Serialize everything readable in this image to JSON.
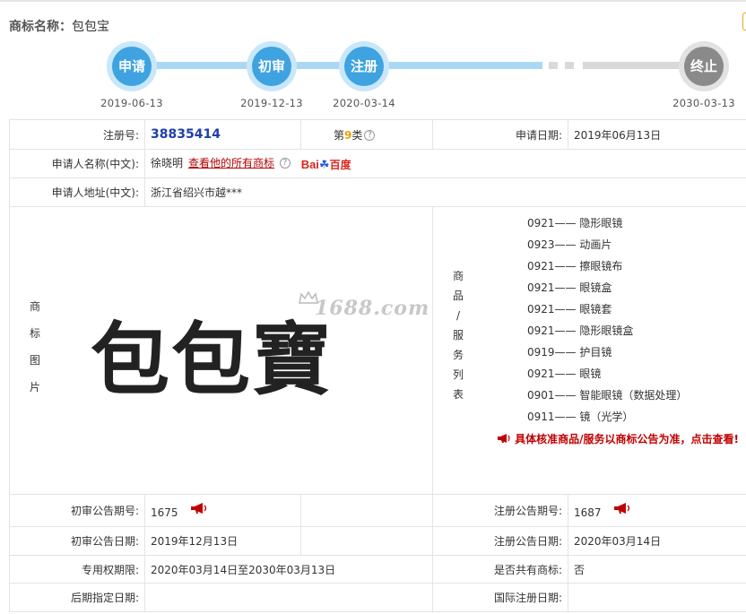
{
  "header": {
    "label": "商标名称：",
    "name": "包包宝"
  },
  "timeline": [
    {
      "label": "申请",
      "date": "2019-06-13",
      "state": "done"
    },
    {
      "label": "初审",
      "date": "2019-12-13",
      "state": "done"
    },
    {
      "label": "注册",
      "date": "2020-03-14",
      "state": "done"
    },
    {
      "label": "终止",
      "date": "2030-03-13",
      "state": "future"
    }
  ],
  "row1": {
    "reg_no_label": "注册号:",
    "reg_no": "38835414",
    "class_prefix": "第",
    "class_num": "9",
    "class_suffix": "类",
    "apply_date_label": "申请日期:",
    "apply_date": "2019年06月13日"
  },
  "row2": {
    "applicant_label": "申请人名称(中文):",
    "applicant": "徐晓明",
    "other_marks_link": "查看他的所有商标",
    "baidu_b1": "Bai",
    "baidu_b2": "百度"
  },
  "row3": {
    "address_label": "申请人地址(中文):",
    "address": "浙江省绍兴市越***"
  },
  "image_section": {
    "label_chars": [
      "商",
      "标",
      "图",
      "片"
    ],
    "logo_text": "包包寶",
    "watermark": "1688.com",
    "services_label_chars": [
      "商",
      "品",
      "/",
      "服",
      "务",
      "列",
      "表"
    ],
    "services": [
      {
        "code": "0921",
        "name": "隐形眼镜"
      },
      {
        "code": "0923",
        "name": "动画片"
      },
      {
        "code": "0921",
        "name": "擦眼镜布"
      },
      {
        "code": "0921",
        "name": "眼镜盒"
      },
      {
        "code": "0921",
        "name": "眼镜套"
      },
      {
        "code": "0921",
        "name": "隐形眼镜盒"
      },
      {
        "code": "0919",
        "name": "护目镜"
      },
      {
        "code": "0921",
        "name": "眼镜"
      },
      {
        "code": "0901",
        "name": "智能眼镜（数据处理）"
      },
      {
        "code": "0911",
        "name": "镜（光学）"
      }
    ],
    "separator": "——",
    "note": "具体核准商品/服务以商标公告为准，点击查看!"
  },
  "row5": {
    "prelim_no_label": "初审公告期号:",
    "prelim_no": "1675",
    "reg_pub_no_label": "注册公告期号:",
    "reg_pub_no": "1687"
  },
  "row6": {
    "prelim_date_label": "初审公告日期:",
    "prelim_date": "2019年12月13日",
    "reg_pub_date_label": "注册公告日期:",
    "reg_pub_date": "2020年03月14日"
  },
  "row7": {
    "exclusive_label": "专用权期限:",
    "exclusive": "2020年03月14日至2030年03月13日",
    "shared_label": "是否共有商标:",
    "shared": "否"
  },
  "row8": {
    "later_label": "后期指定日期:",
    "later": "",
    "intl_label": "国际注册日期:",
    "intl": ""
  },
  "colors": {
    "accent_blue": "#3ea3e0",
    "link_red": "#b30000",
    "reg_no_blue": "#1e3fa8"
  }
}
